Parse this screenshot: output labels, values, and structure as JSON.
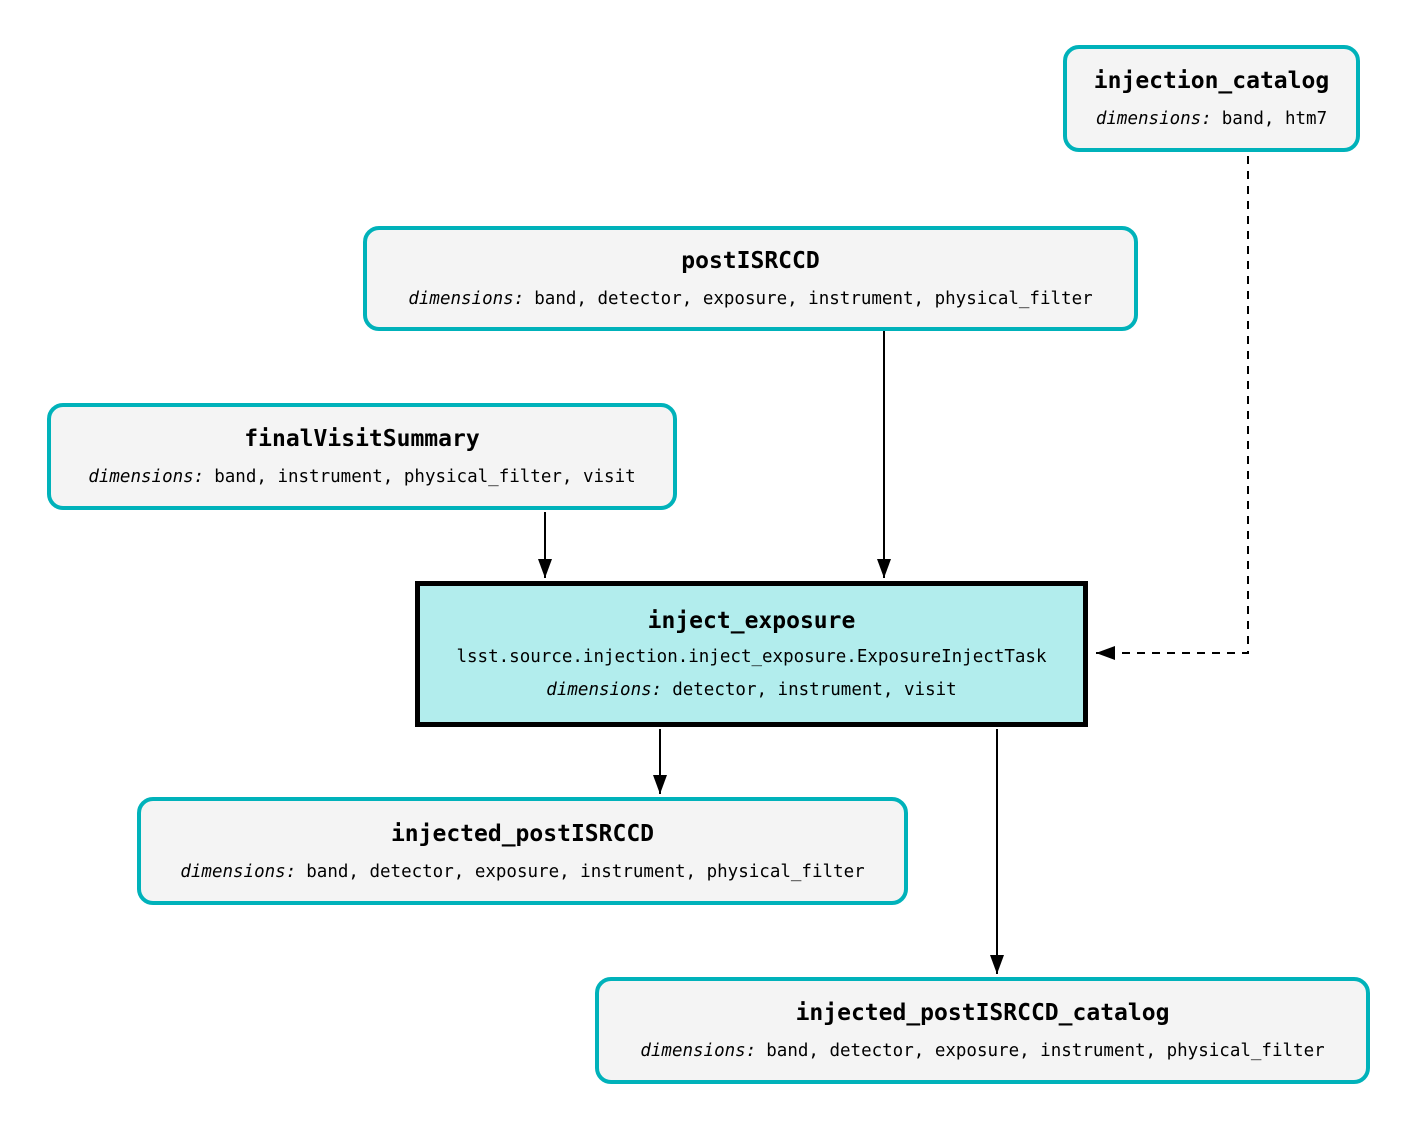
{
  "diagram": {
    "nodes": {
      "injection_catalog": {
        "title": "injection_catalog",
        "dimensions_label": "dimensions:",
        "dimensions": "band, htm7"
      },
      "postISRCCD": {
        "title": "postISRCCD",
        "dimensions_label": "dimensions:",
        "dimensions": "band, detector, exposure, instrument, physical_filter"
      },
      "finalVisitSummary": {
        "title": "finalVisitSummary",
        "dimensions_label": "dimensions:",
        "dimensions": "band, instrument, physical_filter, visit"
      },
      "inject_exposure": {
        "title": "inject_exposure",
        "task_class": "lsst.source.injection.inject_exposure.ExposureInjectTask",
        "dimensions_label": "dimensions:",
        "dimensions": "detector, instrument, visit"
      },
      "injected_postISRCCD": {
        "title": "injected_postISRCCD",
        "dimensions_label": "dimensions:",
        "dimensions": "band, detector, exposure, instrument, physical_filter"
      },
      "injected_postISRCCD_catalog": {
        "title": "injected_postISRCCD_catalog",
        "dimensions_label": "dimensions:",
        "dimensions": "band, detector, exposure, instrument, physical_filter"
      }
    },
    "edges": [
      {
        "from": "postISRCCD",
        "to": "inject_exposure",
        "style": "solid"
      },
      {
        "from": "finalVisitSummary",
        "to": "inject_exposure",
        "style": "solid"
      },
      {
        "from": "injection_catalog",
        "to": "inject_exposure",
        "style": "dashed"
      },
      {
        "from": "inject_exposure",
        "to": "injected_postISRCCD",
        "style": "solid"
      },
      {
        "from": "inject_exposure",
        "to": "injected_postISRCCD_catalog",
        "style": "solid"
      }
    ],
    "colors": {
      "dataset_border": "#00b2ba",
      "dataset_fill": "#f4f4f4",
      "task_fill": "#b2eded",
      "task_border": "#000000",
      "edge": "#000000",
      "background": "#ffffff"
    }
  }
}
